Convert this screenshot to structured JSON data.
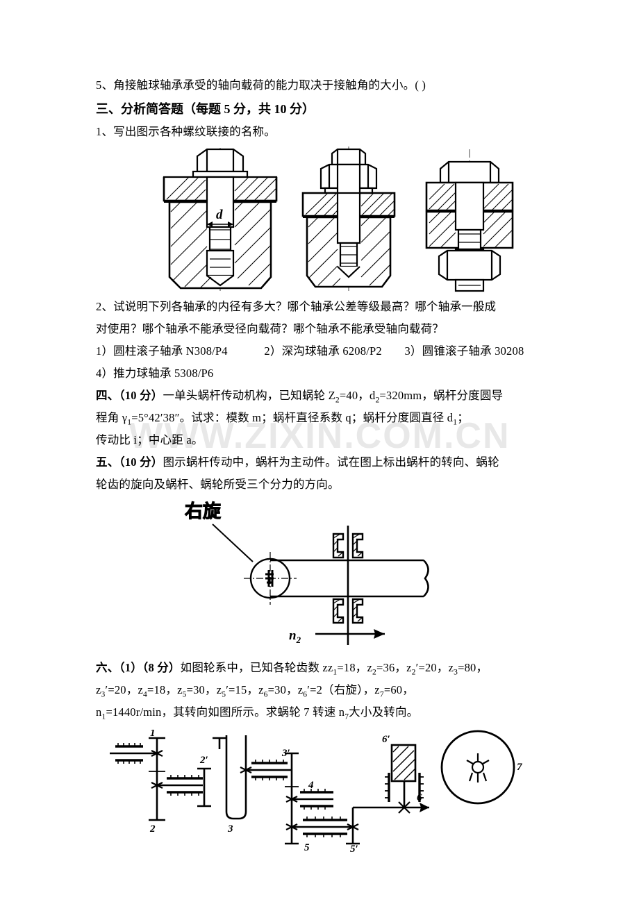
{
  "watermark": {
    "text": "WWW.ZIXIN.COM.CN"
  },
  "questions": {
    "tf_item5": "5、角接触球轴承承受的轴向载荷的能力取决于接触角的大小。(   )",
    "section3_heading": "三、分析简答题（每题 5 分，共 10 分）",
    "q3_1": "1、写出图示各种螺纹联接的名称。",
    "q3_2_line1": "2、试说明下列各轴承的内径有多大？哪个轴承公差等级最高？哪个轴承一般成",
    "q3_2_line2": "对使用？哪个轴承不能承受径向载荷？哪个轴承不能承受轴向载荷？",
    "q3_2_list_line1_a": "1）圆柱滚子轴承 N308/P4",
    "q3_2_list_line1_b": "2）深沟球轴承 6208/P2",
    "q3_2_list_line1_c": "3）圆锥滚子轴承 30208",
    "q3_2_list_line2": "4）推力球轴承 5308/P6",
    "section4_prefix": "四、（10 分）",
    "section4_line1": "一单头蜗杆传动机构，已知蜗轮 Z",
    "section4_line1_b": "=40，d",
    "section4_line1_c": "=320mm，蜗杆分度圆导",
    "section4_line2_a": "程角 γ",
    "section4_line2_b": "=5°42′38″。试求：模数 m；蜗杆直径系数 q；蜗杆分度圆直径 d",
    "section4_line2_c": "；",
    "section4_line3": "传动比 i；中心距 a。",
    "section5_prefix": "五、（10 分）",
    "section5_line1": "图示蜗杆传动中，蜗杆为主动件。试在图上标出蜗杆的转向、蜗轮",
    "section5_line2": "轮齿的旋向及蜗杆、蜗轮所受三个分力的方向。",
    "section6_prefix": "六、（1）（8 分）",
    "section6_line1": "如图轮系中，已知各轮齿数 z",
    "section6_line3": "，其转向如图所示。求蜗轮 7 转速 n",
    "section6_line3_b": "大小及转向。",
    "section6_n1": "n",
    "section6_n1_val": "=1440r/min"
  },
  "section6_gear_teeth": [
    {
      "symbol": "z",
      "sub": "1",
      "prime": "",
      "value": "=18"
    },
    {
      "symbol": "z",
      "sub": "2",
      "prime": "",
      "value": "=36"
    },
    {
      "symbol": "z",
      "sub": "2",
      "prime": "′",
      "value": "=20"
    },
    {
      "symbol": "z",
      "sub": "3",
      "prime": "",
      "value": "=80"
    },
    {
      "symbol": "z",
      "sub": "3",
      "prime": "′",
      "value": "=20"
    },
    {
      "symbol": "z",
      "sub": "4",
      "prime": "",
      "value": "=18"
    },
    {
      "symbol": "z",
      "sub": "5",
      "prime": "",
      "value": "=30"
    },
    {
      "symbol": "z",
      "sub": "5",
      "prime": "′",
      "value": "=15"
    },
    {
      "symbol": "z",
      "sub": "6",
      "prime": "",
      "value": "=30"
    },
    {
      "symbol": "z",
      "sub": "6",
      "prime": "′",
      "value": "=2（右旋）"
    },
    {
      "symbol": "z",
      "sub": "7",
      "prime": "",
      "value": "=60"
    }
  ],
  "figures": {
    "bolt_figure": {
      "name": "threaded-joint-figure",
      "dimension_label": "d",
      "views": [
        "screw-joint",
        "stud-joint",
        "through-bolt-joint"
      ]
    },
    "worm_figure": {
      "name": "worm-drive-figure",
      "hand_label": "右旋",
      "speed_label": "n",
      "speed_sub": "2"
    },
    "gear_train_figure": {
      "name": "gear-train-figure",
      "labels": [
        "1",
        "2",
        "2′",
        "3",
        "3′",
        "4",
        "5",
        "5′",
        "6",
        "6′",
        "7"
      ]
    }
  },
  "colors": {
    "ink": "#000000",
    "paper": "#ffffff",
    "watermark": "#e8e8e8"
  }
}
